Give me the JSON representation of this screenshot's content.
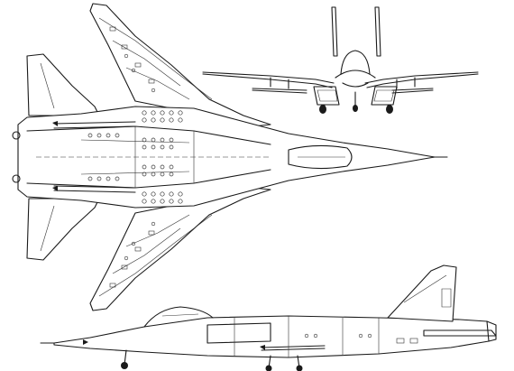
{
  "drawing": {
    "views": [
      "top",
      "front",
      "side"
    ]
  }
}
